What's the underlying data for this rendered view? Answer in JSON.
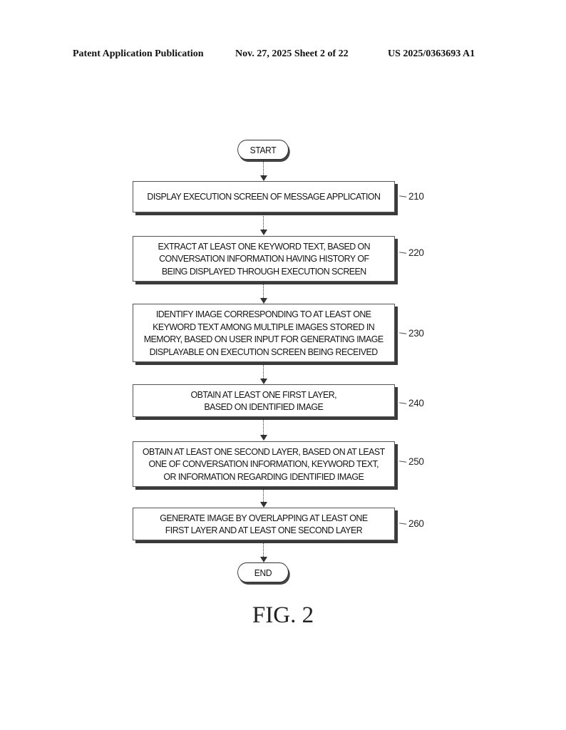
{
  "header": {
    "left": "Patent Application Publication",
    "middle": "Nov. 27, 2025  Sheet 2 of 22",
    "right": "US 2025/0363693 A1"
  },
  "flowchart": {
    "start_label": "START",
    "end_label": "END",
    "steps": [
      {
        "ref": "210",
        "text": "DISPLAY EXECUTION SCREEN OF MESSAGE APPLICATION"
      },
      {
        "ref": "220",
        "text": "EXTRACT AT LEAST ONE KEYWORD TEXT, BASED ON\nCONVERSATION INFORMATION HAVING HISTORY OF\nBEING DISPLAYED THROUGH EXECUTION SCREEN"
      },
      {
        "ref": "230",
        "text": "IDENTIFY IMAGE CORRESPONDING TO AT LEAST ONE\nKEYWORD TEXT AMONG MULTIPLE IMAGES STORED IN\nMEMORY, BASED ON USER INPUT FOR GENERATING IMAGE\nDISPLAYABLE ON EXECUTION SCREEN BEING RECEIVED"
      },
      {
        "ref": "240",
        "text": "OBTAIN AT LEAST ONE FIRST LAYER,\nBASED ON IDENTIFIED IMAGE"
      },
      {
        "ref": "250",
        "text": "OBTAIN AT LEAST ONE SECOND LAYER, BASED ON AT LEAST\nONE OF CONVERSATION INFORMATION, KEYWORD TEXT,\nOR INFORMATION REGARDING IDENTIFIED IMAGE"
      },
      {
        "ref": "260",
        "text": "GENERATE IMAGE BY OVERLAPPING AT LEAST ONE\nFIRST LAYER AND AT LEAST ONE SECOND LAYER"
      }
    ]
  },
  "figure_label": "FIG. 2"
}
